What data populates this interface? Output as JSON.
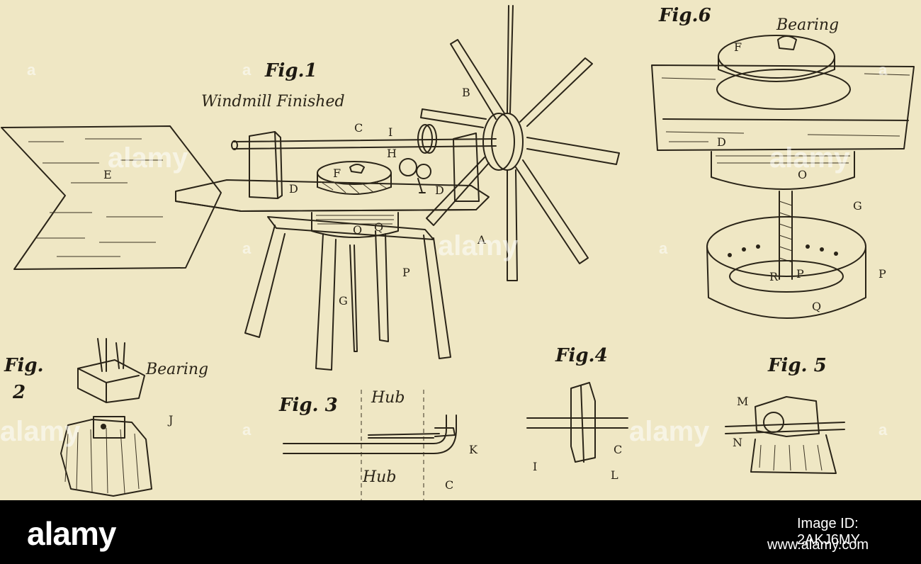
{
  "figures": {
    "fig1": {
      "title": "Fig.1",
      "caption": "Windmill Finished"
    },
    "fig2": {
      "title": "Fig.",
      "number": "2",
      "caption": "Bearing"
    },
    "fig3": {
      "title": "Fig. 3",
      "hub_top": "Hub",
      "hub_bottom": "Hub"
    },
    "fig4": {
      "title": "Fig.4"
    },
    "fig5": {
      "title": "Fig. 5"
    },
    "fig6": {
      "title": "Fig.6",
      "caption": "Bearing"
    }
  },
  "letters": {
    "E": "E",
    "B": "B",
    "C": "C",
    "I": "I",
    "H": "H",
    "F": "F",
    "D": "D",
    "A": "A",
    "O": "O",
    "Q": "Q",
    "P": "P",
    "G": "G",
    "J": "J",
    "K": "K",
    "L": "L",
    "M": "M",
    "N": "N",
    "R": "R"
  },
  "watermark": {
    "text": "alamy",
    "letter": "a"
  },
  "footer": {
    "brand": "alamy",
    "image_id": "Image ID: 2AKJ6MY",
    "site": "www.alamy.com"
  }
}
